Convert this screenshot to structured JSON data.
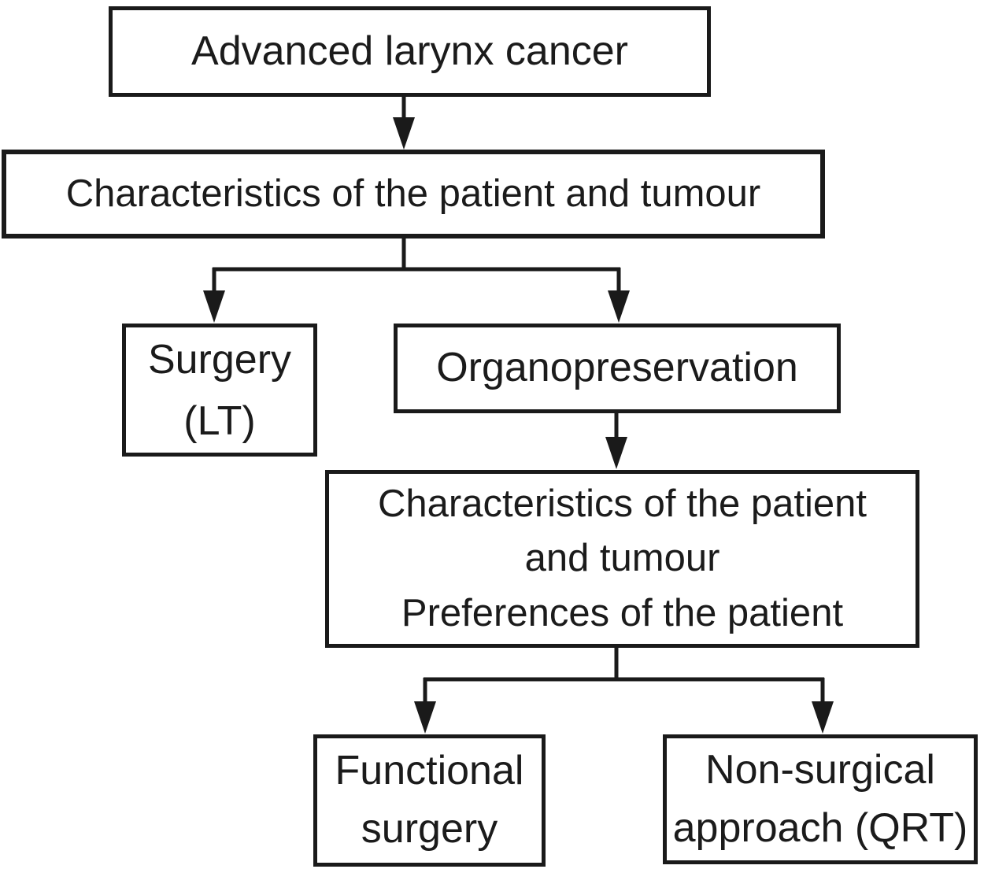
{
  "diagram": {
    "type": "flowchart",
    "background_color": "#ffffff",
    "line_color": "#1a1a1a",
    "text_color": "#1b1b1b",
    "nodes": {
      "advanced_larynx_cancer": {
        "label": "Advanced larynx cancer"
      },
      "characteristics_patient_tumour": {
        "label": "Characteristics of the patient and tumour"
      },
      "surgery_lt": {
        "label": [
          "Surgery",
          "(LT)"
        ]
      },
      "organopreservation": {
        "label": "Organopreservation"
      },
      "characteristics_and_preferences": {
        "label": [
          "Characteristics of the patient",
          "and tumour",
          "Preferences of the patient"
        ]
      },
      "functional_surgery": {
        "label": [
          "Functional",
          "surgery"
        ]
      },
      "non_surgical_approach": {
        "label": [
          "Non-surgical",
          "approach (QRT)"
        ]
      }
    },
    "edges": [
      {
        "from": "advanced_larynx_cancer",
        "to": "characteristics_patient_tumour"
      },
      {
        "from": "characteristics_patient_tumour",
        "to": "surgery_lt"
      },
      {
        "from": "characteristics_patient_tumour",
        "to": "organopreservation"
      },
      {
        "from": "organopreservation",
        "to": "characteristics_and_preferences"
      },
      {
        "from": "characteristics_and_preferences",
        "to": "functional_surgery"
      },
      {
        "from": "characteristics_and_preferences",
        "to": "non_surgical_approach"
      }
    ]
  }
}
